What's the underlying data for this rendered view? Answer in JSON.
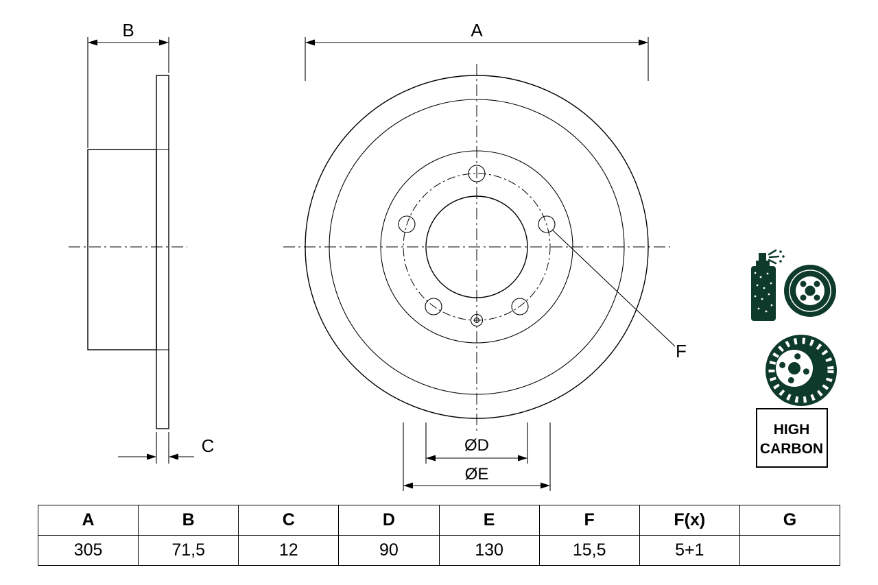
{
  "page": {
    "background": "#ffffff",
    "line_color": "#000000"
  },
  "drawing": {
    "icon_color": "#0e3a2c",
    "dim_a_label": "A",
    "dim_b_label": "B",
    "dim_c_label": "C",
    "dim_d_label": "ØD",
    "dim_e_label": "ØE",
    "dim_f_label": "F"
  },
  "badge": {
    "line1": "HIGH",
    "line2": "CARBON"
  },
  "table": {
    "headers": [
      "A",
      "B",
      "C",
      "D",
      "E",
      "F",
      "F(x)",
      "G"
    ],
    "values": [
      "305",
      "71,5",
      "12",
      "90",
      "130",
      "15,5",
      "5+1",
      ""
    ]
  }
}
